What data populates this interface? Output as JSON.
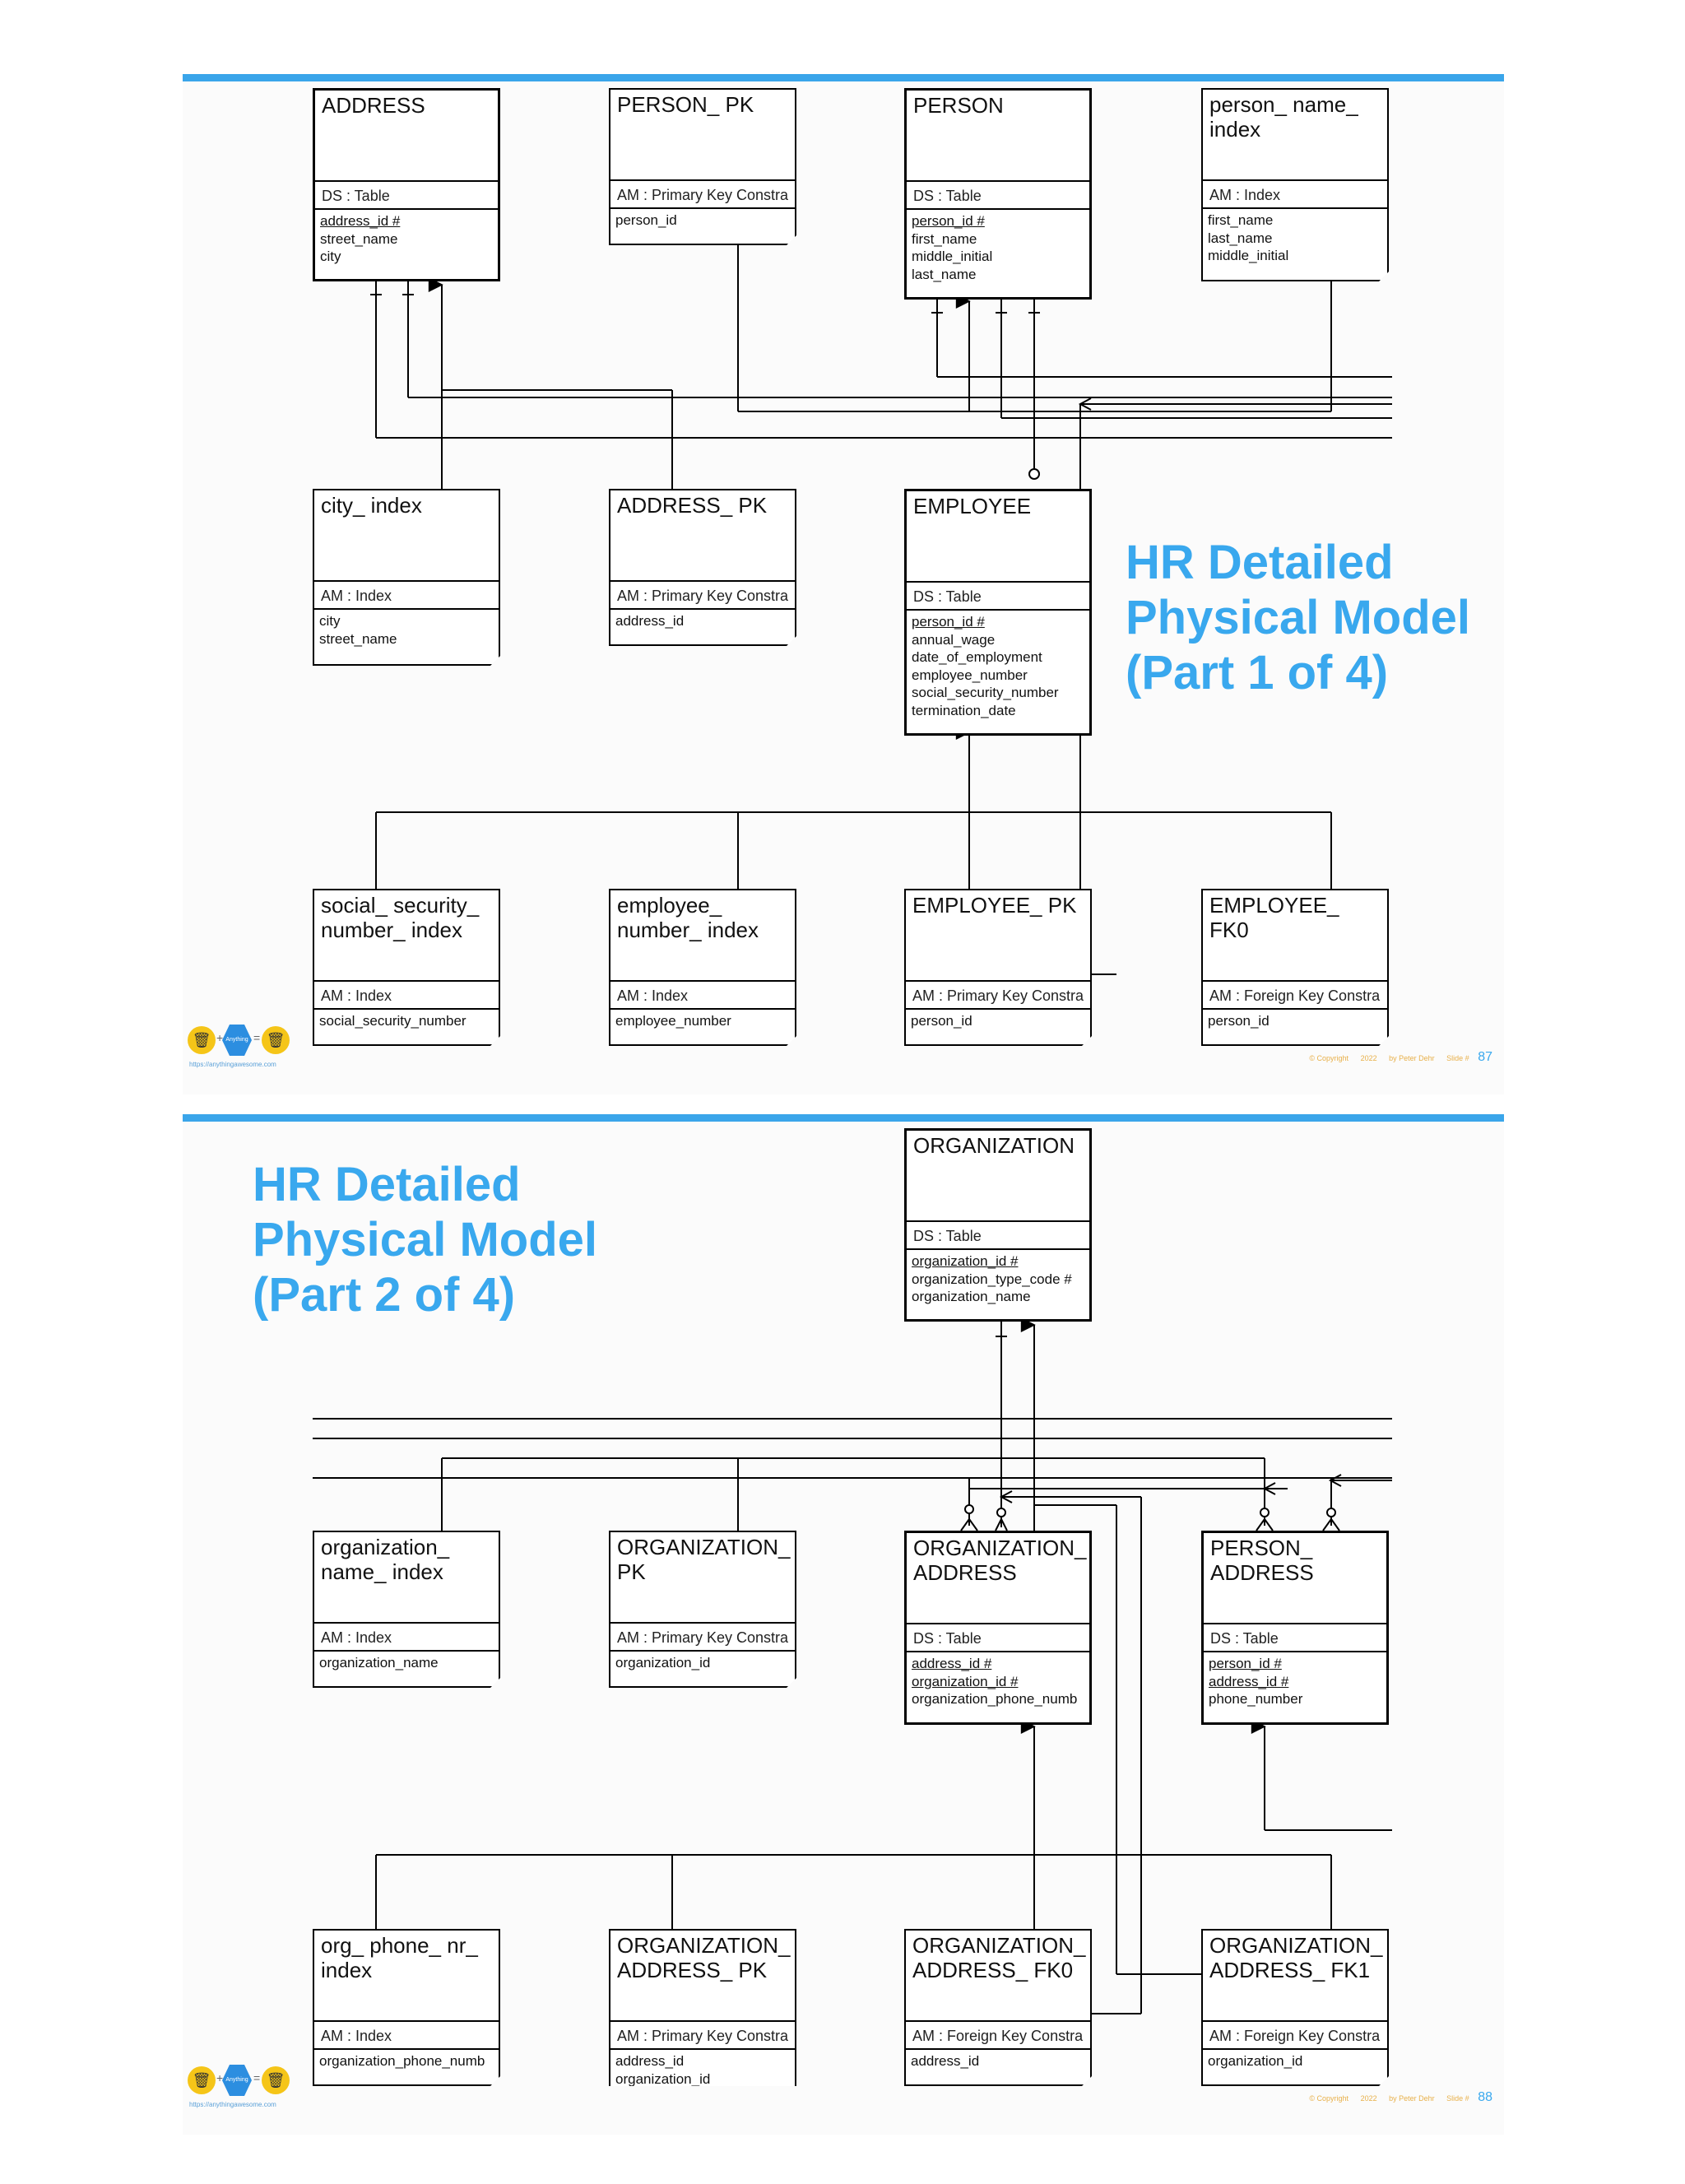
{
  "slides": [
    {
      "title": [
        "HR Detailed",
        "Physical Model",
        "(Part 1 of 4)"
      ],
      "page_number": "87",
      "footer": [
        "© Copyright",
        "2022",
        "by Peter Dehr",
        "Slide #"
      ],
      "entities": {
        "address": {
          "name": "ADDRESS",
          "kind": "DS : Table",
          "cols": [
            "address_id #",
            "street_name",
            "city"
          ],
          "keys": [
            0
          ]
        },
        "person_pk": {
          "name": "PERSON_ PK",
          "kind": "AM : Primary Key Constra",
          "cols": [
            "person_id"
          ],
          "keys": []
        },
        "person": {
          "name": "PERSON",
          "kind": "DS : Table",
          "cols": [
            "person_id #",
            "first_name",
            "middle_initial",
            "last_name"
          ],
          "keys": [
            0
          ]
        },
        "person_name_index": {
          "name": "person_ name_ index",
          "kind": "AM : Index",
          "cols": [
            "first_name",
            "last_name",
            "middle_initial"
          ],
          "keys": []
        },
        "city_index": {
          "name": "city_ index",
          "kind": "AM : Index",
          "cols": [
            "city",
            "street_name"
          ],
          "keys": []
        },
        "address_pk": {
          "name": "ADDRESS_ PK",
          "kind": "AM : Primary Key Constra",
          "cols": [
            "address_id"
          ],
          "keys": []
        },
        "employee": {
          "name": "EMPLOYEE",
          "kind": "DS : Table",
          "cols": [
            "person_id #",
            "annual_wage",
            "date_of_employment",
            "employee_number",
            "social_security_number",
            "termination_date"
          ],
          "keys": [
            0
          ]
        },
        "ssn_index": {
          "name": "social_ security_ number_ index",
          "kind": "AM : Index",
          "cols": [
            "social_security_number"
          ],
          "keys": []
        },
        "empnum_index": {
          "name": "employee_ number_ index",
          "kind": "AM : Index",
          "cols": [
            "employee_number"
          ],
          "keys": []
        },
        "employee_pk": {
          "name": "EMPLOYEE_ PK",
          "kind": "AM : Primary Key Constra",
          "cols": [
            "person_id"
          ],
          "keys": []
        },
        "employee_fk0": {
          "name": "EMPLOYEE_ FK0",
          "kind": "AM : Foreign Key Constra",
          "cols": [
            "person_id"
          ],
          "keys": []
        }
      }
    },
    {
      "title": [
        "HR Detailed",
        "Physical Model",
        "(Part 2 of 4)"
      ],
      "page_number": "88",
      "footer": [
        "© Copyright",
        "2022",
        "by Peter Dehr",
        "Slide #"
      ],
      "entities": {
        "organization": {
          "name": "ORGANIZATION",
          "kind": "DS : Table",
          "cols": [
            "organization_id #",
            "organization_type_code #",
            "organization_name"
          ],
          "keys": [
            0
          ]
        },
        "org_name_index": {
          "name": "organization_ name_ index",
          "kind": "AM : Index",
          "cols": [
            "organization_name"
          ],
          "keys": []
        },
        "organization_pk": {
          "name": "ORGANIZATION_ PK",
          "kind": "AM : Primary Key Constra",
          "cols": [
            "organization_id"
          ],
          "keys": []
        },
        "organization_address": {
          "name": "ORGANIZATION_ ADDRESS",
          "kind": "DS : Table",
          "cols": [
            "address_id #",
            "organization_id #",
            "organization_phone_numb"
          ],
          "keys": [
            0,
            1
          ]
        },
        "person_address": {
          "name": "PERSON_ ADDRESS",
          "kind": "DS : Table",
          "cols": [
            "person_id #",
            "address_id #",
            "phone_number"
          ],
          "keys": [
            0,
            1
          ]
        },
        "org_phone_index": {
          "name": "org_ phone_ nr_ index",
          "kind": "AM : Index",
          "cols": [
            "organization_phone_numb"
          ],
          "keys": []
        },
        "org_address_pk": {
          "name": "ORGANIZATION_ ADDRESS_ PK",
          "kind": "AM : Primary Key Constra",
          "cols": [
            "address_id",
            "organization_id"
          ],
          "keys": []
        },
        "org_address_fk0": {
          "name": "ORGANIZATION_ ADDRESS_ FK0",
          "kind": "AM : Foreign Key Constra",
          "cols": [
            "address_id"
          ],
          "keys": []
        },
        "org_address_fk1": {
          "name": "ORGANIZATION_ ADDRESS_ FK1",
          "kind": "AM : Foreign Key Constra",
          "cols": [
            "organization_id"
          ],
          "keys": []
        }
      }
    }
  ],
  "logo": {
    "url_text": "https://anythingawesome.com",
    "badge_text": "Anything Awesome"
  }
}
